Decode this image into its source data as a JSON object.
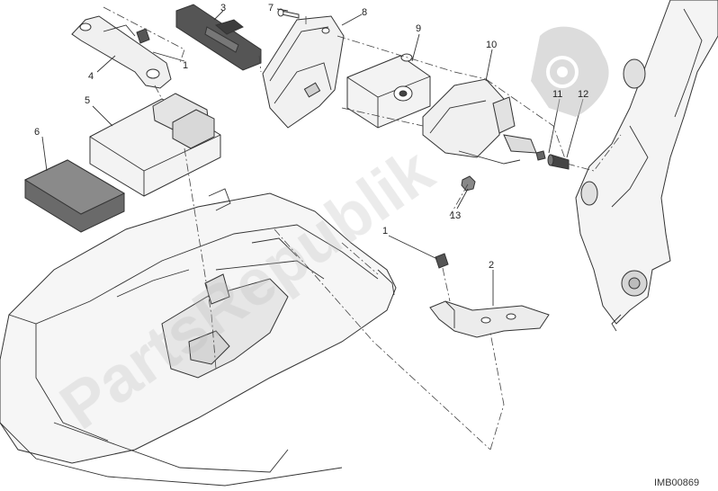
{
  "labels": {
    "l1": "1",
    "l2": "2",
    "l3": "3",
    "l4": "4",
    "l5": "5",
    "l6": "6",
    "l7": "7",
    "l8": "8",
    "l9": "9",
    "l10": "10",
    "l11": "11",
    "l12": "12",
    "l13": "13",
    "l1b": "1"
  },
  "watermark": "PartsRepublik",
  "diagram_code": "IMB00869",
  "colors": {
    "line": "#333333",
    "part_fill": "#f2f2f2",
    "part_shade": "#d9d9d9",
    "dark_part": "#555555",
    "watermark": "#bfbfbf"
  }
}
